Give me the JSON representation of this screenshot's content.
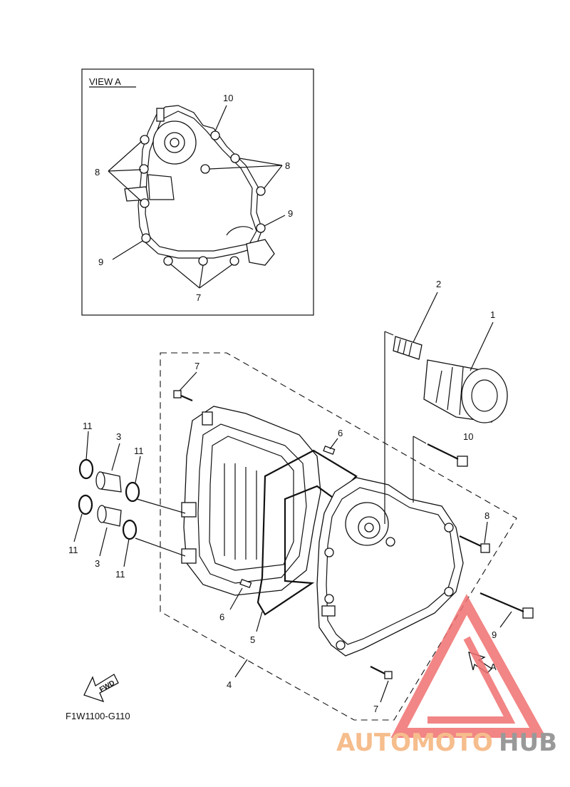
{
  "view_label": "VIEW A",
  "drawing_code": "F1W1100-G110",
  "fwd_label": "FWD",
  "arrow_label": "A",
  "watermark": {
    "part1": "AUTOMOTO",
    "part2": "HUB",
    "color_red": "#f08080",
    "color_orange": "#f5b27a",
    "color_grey": "#888888"
  },
  "view_callouts": {
    "c10": "10",
    "c8_left": "8",
    "c8_right": "8",
    "c9_right": "9",
    "c9_left": "9",
    "c7": "7"
  },
  "callouts": {
    "c1": "1",
    "c2": "2",
    "c3_top": "3",
    "c3_bottom": "3",
    "c4": "4",
    "c5": "5",
    "c6_top": "6",
    "c6_bottom": "6",
    "c7_top": "7",
    "c7_bottom": "7",
    "c8": "8",
    "c9": "9",
    "c10": "10",
    "c11_tl": "11",
    "c11_tr": "11",
    "c11_bl": "11",
    "c11_br": "11"
  }
}
